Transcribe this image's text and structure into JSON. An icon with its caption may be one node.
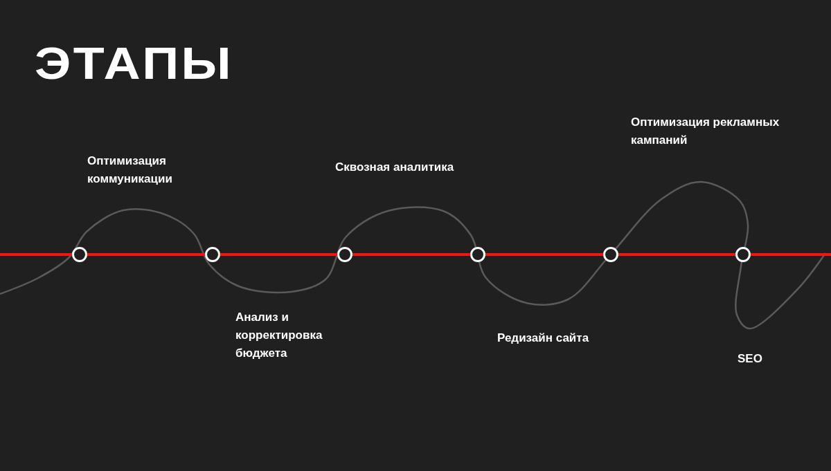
{
  "diagram": {
    "title": "ЭТАПЫ",
    "nodes": [
      {
        "text": [],
        "shape": "circle"
      },
      {
        "text": [],
        "shape": "circle"
      },
      {
        "text": [],
        "shape": "circle"
      },
      {
        "text": [],
        "shape": "circle"
      },
      {
        "text": [],
        "shape": "circle"
      },
      {
        "text": [],
        "shape": "circle"
      }
    ],
    "edges": [
      {
        "from": null,
        "to": 0,
        "arrow": "none"
      },
      {
        "from": 0,
        "to": 1,
        "arrow": "none"
      },
      {
        "from": 1,
        "to": 2,
        "arrow": "none"
      },
      {
        "from": 2,
        "to": 3,
        "arrow": "none"
      },
      {
        "from": 3,
        "to": 4,
        "arrow": "none"
      },
      {
        "from": 4,
        "to": 5,
        "arrow": "none"
      },
      {
        "from": 5,
        "to": null,
        "arrow": "none"
      }
    ],
    "labels": [
      "Оптимизация рекламных кампаний",
      "Оптимизация коммуникации",
      "Сквозная аналитика",
      "Анализ и корректировка бюджета",
      "Редизайн сайта",
      "SEO"
    ]
  }
}
